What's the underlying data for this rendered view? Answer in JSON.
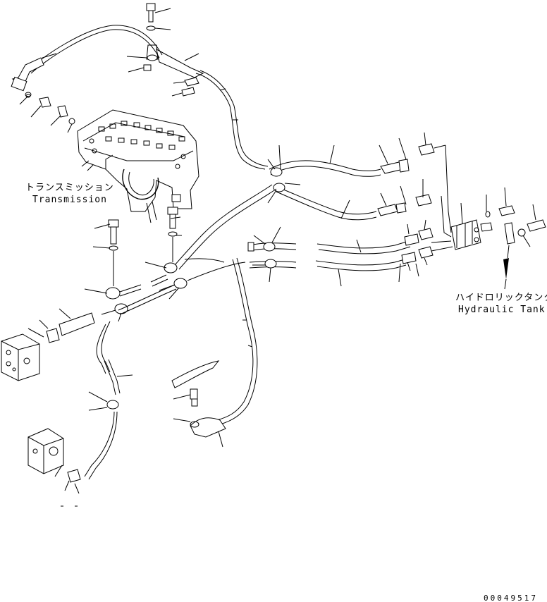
{
  "labels": {
    "transmission_jp": "トランスミッション",
    "transmission_en": "Transmission",
    "tank_jp": "ハイドロリックタンク",
    "tank_en": "Hydraulic Tank"
  },
  "drawing_code": "00049517"
}
